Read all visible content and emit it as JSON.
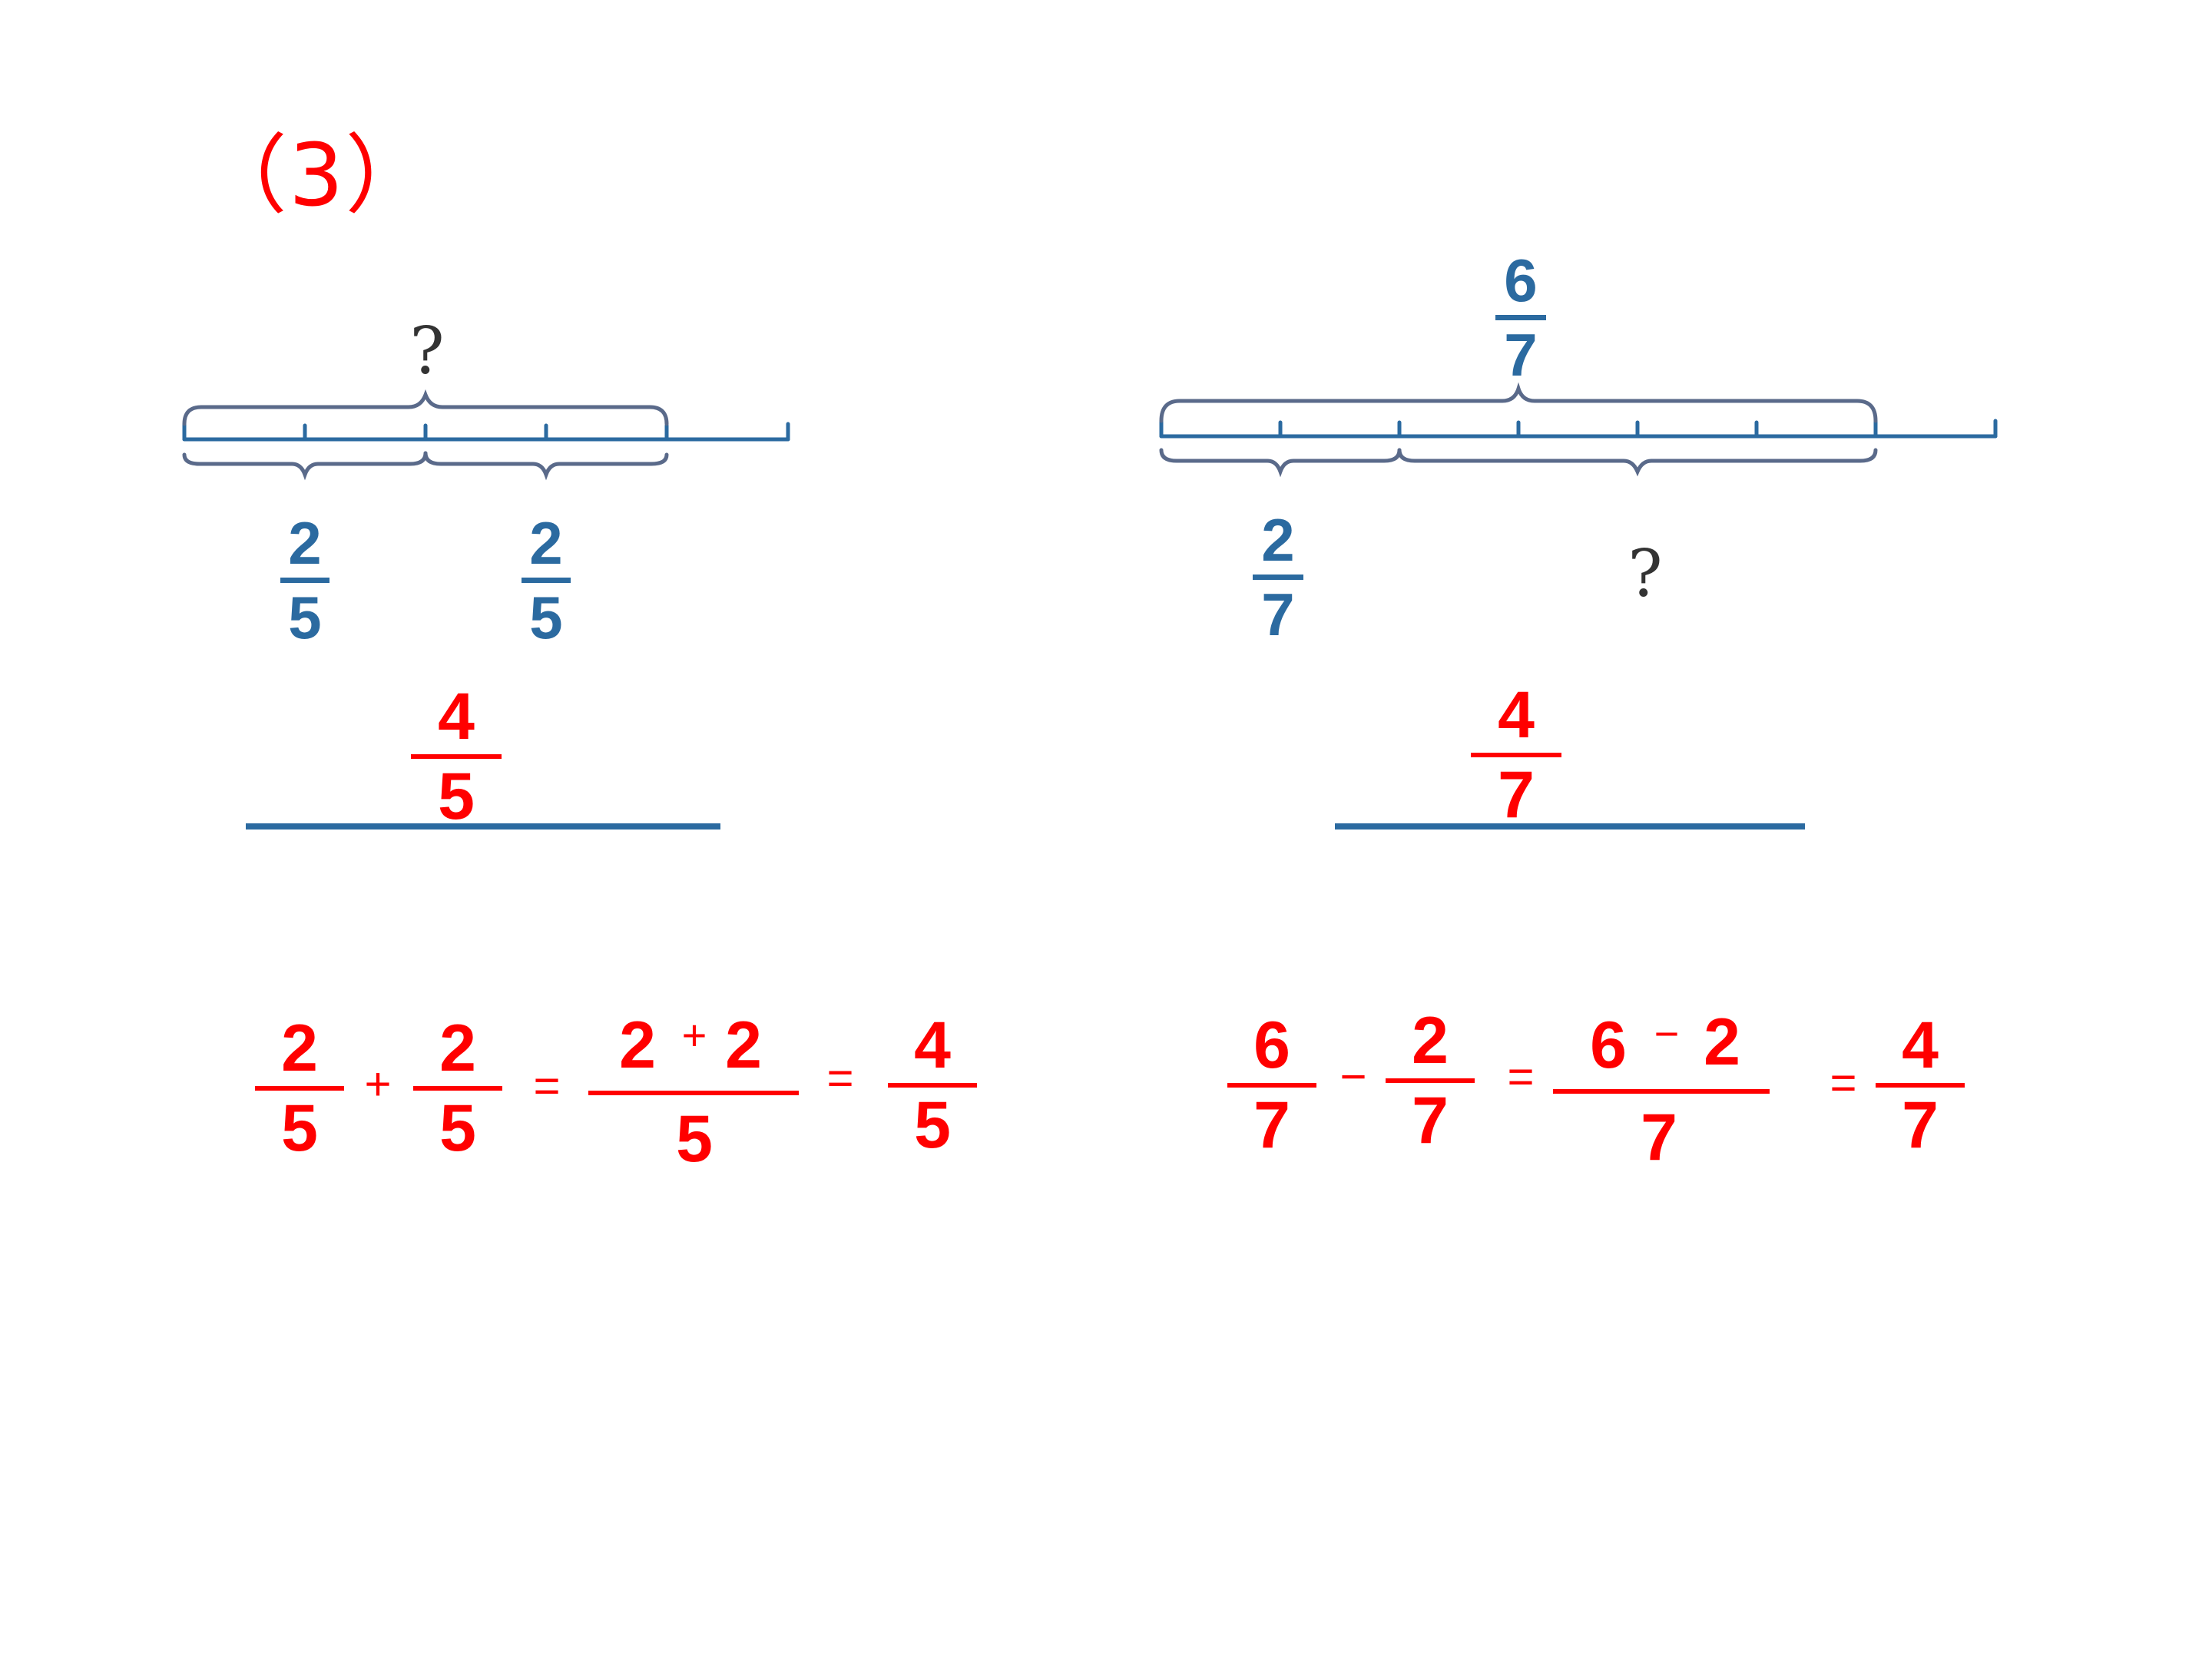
{
  "label": "（3）",
  "left": {
    "top_question": "?",
    "bottom_fractions": [
      {
        "num": "2",
        "den": "5"
      },
      {
        "num": "2",
        "den": "5"
      }
    ],
    "answer": {
      "num": "4",
      "den": "5"
    },
    "equation": {
      "f1": {
        "num": "2",
        "den": "5"
      },
      "op1": "+",
      "f2": {
        "num": "2",
        "den": "5"
      },
      "eq1": "=",
      "combined_num_a": "2",
      "combined_op": "+",
      "combined_num_b": "2",
      "combined_den": "5",
      "eq2": "=",
      "result": {
        "num": "4",
        "den": "5"
      }
    }
  },
  "right": {
    "top_fraction": {
      "num": "6",
      "den": "7"
    },
    "bottom_fraction": {
      "num": "2",
      "den": "7"
    },
    "bottom_question": "?",
    "answer": {
      "num": "4",
      "den": "7"
    },
    "equation": {
      "f1": {
        "num": "6",
        "den": "7"
      },
      "op1": "−",
      "f2": {
        "num": "2",
        "den": "7"
      },
      "eq1": "=",
      "combined_num_a": "6",
      "combined_op": "−",
      "combined_num_b": "2",
      "combined_den": "7",
      "eq2": "=",
      "result": {
        "num": "4",
        "den": "7"
      }
    }
  },
  "colors": {
    "diagram": "#2b6aa0",
    "answer": "#ff0000"
  }
}
